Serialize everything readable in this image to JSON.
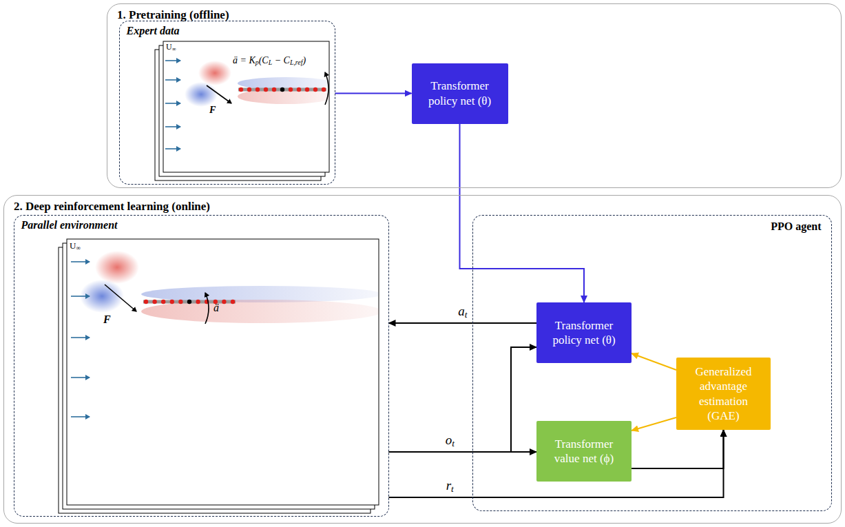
{
  "diagram": {
    "nodes": [
      {
        "text": [
          "1. Pretraining (offline)"
        ]
      },
      {
        "text": [
          "Expert data"
        ],
        "in": 0
      },
      {
        "text": [
          "Transformer policy net (θ)"
        ],
        "in": 0
      },
      {
        "text": [
          "2. Deep reinforcement learning (online)"
        ]
      },
      {
        "text": [
          "Parallel environment"
        ],
        "in": 3
      },
      {
        "text": [
          "PPO agent"
        ],
        "in": 3
      },
      {
        "text": [
          "Transformer policy net (θ)"
        ],
        "in": 5
      },
      {
        "text": [
          "Transformer value net (ϕ)"
        ],
        "in": 5
      },
      {
        "text": [
          "Generalized advantage estimation (GAE)"
        ],
        "in": 5
      }
    ],
    "edges": [
      {
        "from": 1,
        "to": 2,
        "arrow": "to"
      },
      {
        "from": 2,
        "to": 6,
        "arrow": "to"
      },
      {
        "from": 6,
        "to": 4,
        "arrow": "to",
        "label": "at"
      },
      {
        "from": 4,
        "to": 6,
        "arrow": "to",
        "label": "ot"
      },
      {
        "from": 4,
        "to": 7,
        "arrow": "to"
      },
      {
        "from": 4,
        "to": 8,
        "arrow": "to",
        "label": "rt"
      },
      {
        "from": 8,
        "to": 6,
        "arrow": "to"
      },
      {
        "from": 8,
        "to": 7,
        "arrow": "to"
      },
      {
        "from": 7,
        "to": 8,
        "arrow": "to"
      }
    ],
    "labels": [
      "U∞",
      "ä = Kp(CL − CL,ref)",
      "F",
      "U∞",
      "F",
      "ä"
    ]
  }
}
